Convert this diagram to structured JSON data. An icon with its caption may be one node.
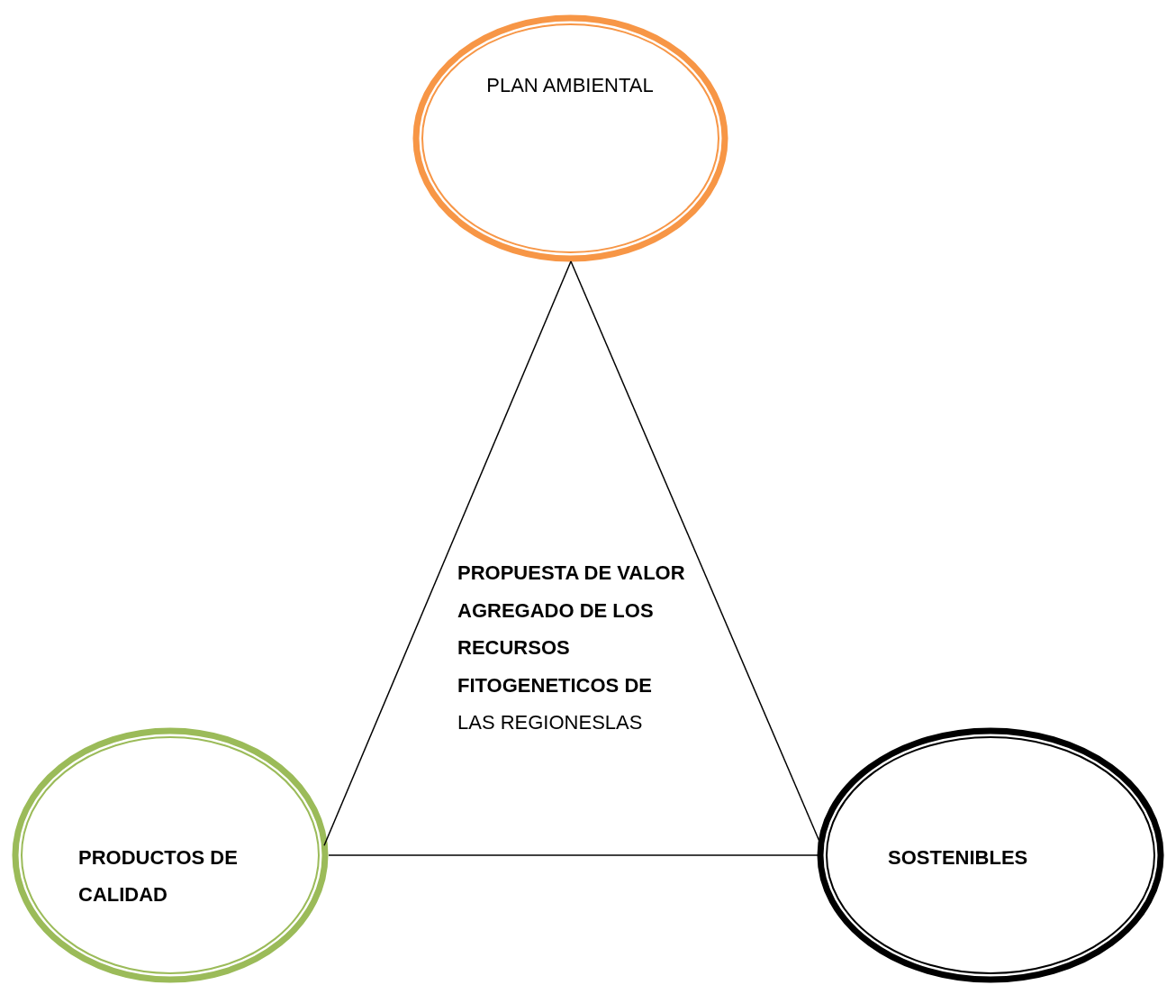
{
  "diagram": {
    "nodes": [
      {
        "text": [
          "PLAN AMBIENTAL"
        ]
      },
      {
        "text": [
          "PRODUCTOS DE CALIDAD"
        ]
      },
      {
        "text": [
          "SOSTENIBLES"
        ]
      }
    ],
    "edges": [
      {
        "from": 0,
        "to": 1,
        "arrow": "none"
      },
      {
        "from": 0,
        "to": 2,
        "arrow": "none"
      },
      {
        "from": 1,
        "to": 2,
        "arrow": "none"
      }
    ],
    "labels": [
      "**PROPUESTA DE VALOR AGREGADO DE LOS RECURSOS FITOGENETICOS DE** LAS REGIONESLAS"
    ]
  }
}
